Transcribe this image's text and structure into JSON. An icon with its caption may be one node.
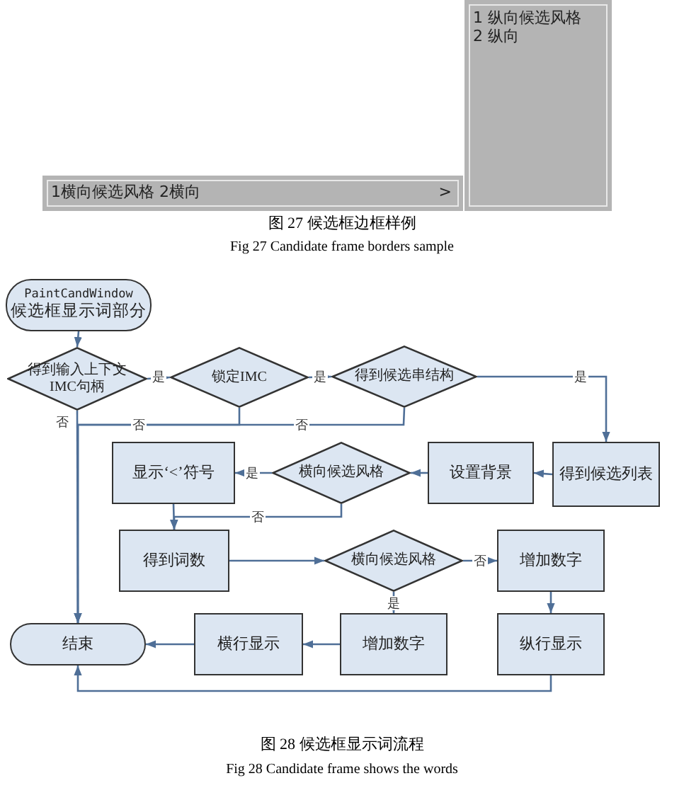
{
  "diagram": {
    "nodes": [
      {
        "text": [
          "1横向候选风格 2横向",
          ">"
        ]
      },
      {
        "text": [
          "1 纵向候选风格",
          "2 纵向"
        ]
      },
      {
        "text": [
          "PaintCandWindow",
          "候选框显示词部分"
        ]
      },
      {
        "text": [
          "得到输入上下文IMC句柄"
        ]
      },
      {
        "text": [
          "锁定IMC"
        ]
      },
      {
        "text": [
          "得到候选串结构"
        ]
      },
      {
        "text": [
          "得到候选列表"
        ]
      },
      {
        "text": [
          "设置背景"
        ]
      },
      {
        "text": [
          "横向候选风格"
        ]
      },
      {
        "text": [
          "显示‘<’符号"
        ]
      },
      {
        "text": [
          "得到词数"
        ]
      },
      {
        "text": [
          "横向候选风格"
        ]
      },
      {
        "text": [
          "增加数字"
        ]
      },
      {
        "text": [
          "纵行显示"
        ]
      },
      {
        "text": [
          "增加数字"
        ]
      },
      {
        "text": [
          "横行显示"
        ]
      },
      {
        "text": [
          "结束"
        ]
      }
    ],
    "edges": [
      {
        "from": 2,
        "to": 3,
        "arrow": "to"
      },
      {
        "from": 3,
        "to": 4,
        "arrow": "to",
        "label": "是"
      },
      {
        "from": 4,
        "to": 5,
        "arrow": "to",
        "label": "是"
      },
      {
        "from": 5,
        "to": 6,
        "arrow": "to",
        "label": "是"
      },
      {
        "from": 3,
        "to": 16,
        "arrow": "to",
        "label": "否"
      },
      {
        "from": 4,
        "to": 16,
        "arrow": "to",
        "label": "否"
      },
      {
        "from": 5,
        "to": 16,
        "arrow": "to",
        "label": "否"
      },
      {
        "from": 6,
        "to": 7,
        "arrow": "to"
      },
      {
        "from": 7,
        "to": 8,
        "arrow": "to"
      },
      {
        "from": 8,
        "to": 9,
        "arrow": "to",
        "label": "是"
      },
      {
        "from": 8,
        "to": 10,
        "arrow": "to",
        "label": "否"
      },
      {
        "from": 9,
        "to": 10,
        "arrow": "to"
      },
      {
        "from": 10,
        "to": 11,
        "arrow": "to"
      },
      {
        "from": 11,
        "to": 12,
        "arrow": "to",
        "label": "否"
      },
      {
        "from": 11,
        "to": 14,
        "arrow": "to",
        "label": "是"
      },
      {
        "from": 12,
        "to": 13,
        "arrow": "to"
      },
      {
        "from": 14,
        "to": 15,
        "arrow": "to"
      },
      {
        "from": 15,
        "to": 16,
        "arrow": "to"
      },
      {
        "from": 13,
        "to": 16,
        "arrow": "to"
      }
    ],
    "labels": [
      "图 27 候选框边框样例",
      "Fig 27 Candidate frame borders sample",
      "图 28 候选框显示词流程",
      "Fig 28 Candidate frame shows the words"
    ]
  }
}
